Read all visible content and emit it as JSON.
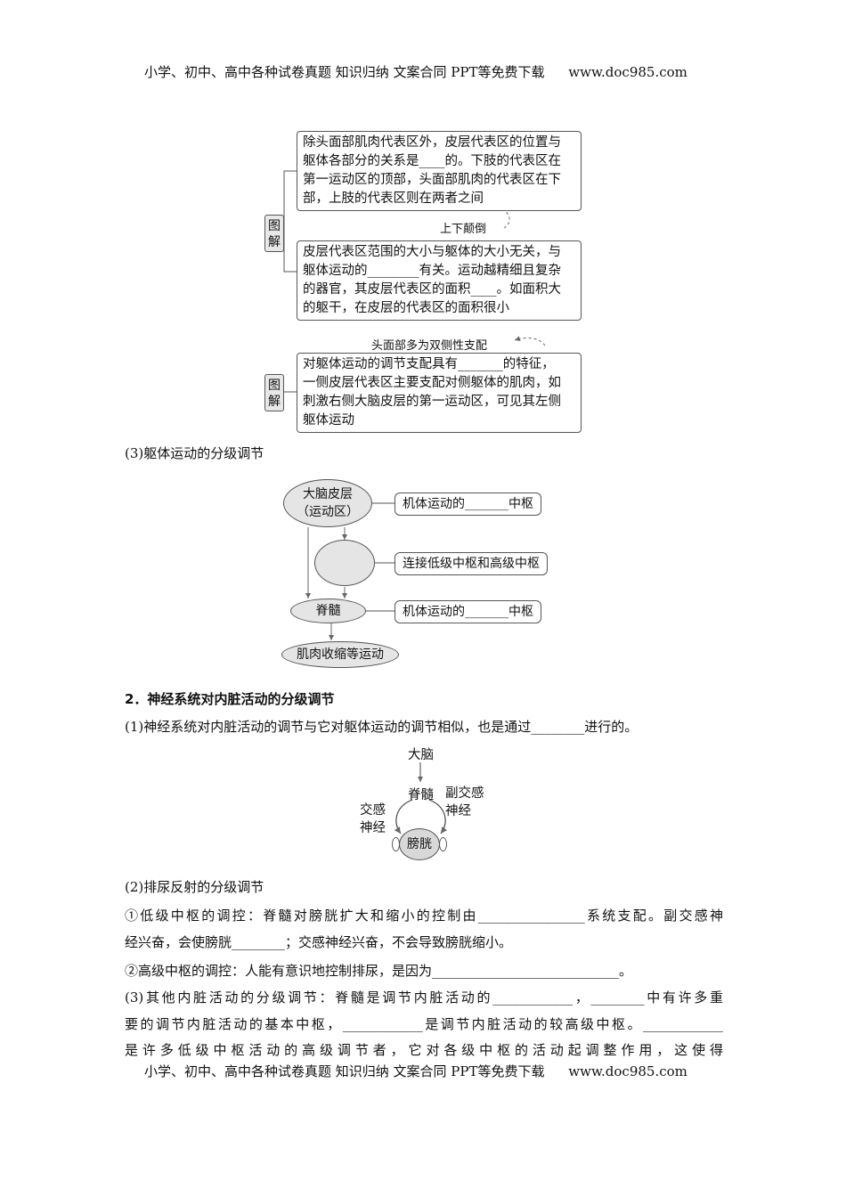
{
  "header": {
    "text": "小学、初中、高中各种试卷真题  知识归纳  文案合同  PPT等免费下载",
    "url": "www.doc985.com"
  },
  "footer": {
    "text": "小学、初中、高中各种试卷真题  知识归纳  文案合同  PPT等免费下载",
    "url": "www.doc985.com"
  },
  "diagram1": {
    "tag": "图解",
    "box1": [
      "除头面部肌肉代表区外，皮层代表区的位置与",
      "躯体各部分的关系是____的。下肢的代表区在",
      "第一运动区的顶部，头面部肌肉的代表区在下",
      "部，上肢的代表区则在两者之间"
    ],
    "note1": "上下颠倒",
    "box2": [
      "皮层代表区范围的大小与躯体的大小无关，与",
      "躯体运动的________有关。运动越精细且复杂",
      "的器官，其皮层代表区的面积____。如面积大",
      "的躯干，在皮层的代表区的面积很小"
    ]
  },
  "diagram2": {
    "tag": "图解",
    "note": "头面部多为双侧性支配",
    "box": [
      "对躯体运动的调节支配具有_______的特征，",
      "一侧皮层代表区主要支配对侧躯体的肌肉，如",
      "刺激右侧大脑皮层的第一运动区，可见其左侧",
      "躯体运动"
    ]
  },
  "section_1_3": "(3)躯体运动的分级调节",
  "flow": {
    "cortex": [
      "大脑皮层",
      "（运动区）"
    ],
    "spinal": "脊髓",
    "muscle": "肌肉收缩等运动",
    "box_top": "机体运动的_______中枢",
    "box_mid": "连接低级中枢和高级中枢",
    "box_bot": "机体运动的_______中枢"
  },
  "section2": {
    "title": "2．神经系统对内脏活动的分级调节",
    "p1": "(1)神经系统对内脏活动的调节与它对躯体运动的调节相似，也是通过________进行的。",
    "bladder": {
      "brain": "大脑",
      "spinal": "脊髓",
      "sympathetic": [
        "交感",
        "神经"
      ],
      "parasympathetic": [
        "副交感",
        "神经"
      ],
      "bladder": "膀胱"
    },
    "p2": "(2)排尿反射的分级调节",
    "p2a_line1": "①低级中枢的调控：脊髓对膀胱扩大和缩小的控制由________________系统支配。副交感神",
    "p2a_line2": "经兴奋，会使膀胱________；交感神经兴奋，不会导致膀胱缩小。",
    "p2b": "②高级中枢的调控：人能有意识地控制排尿，是因为____________________________。",
    "p3_line1": "(3)其他内脏活动的分级调节：脊髓是调节内脏活动的____________，________中有许多重",
    "p3_line2": "要的调节内脏活动的基本中枢，____________是调节内脏活动的较高级中枢。____________",
    "p3_line3": "是许多低级中枢活动的高级调节者，它对各级中枢的活动起调整作用，这使得"
  }
}
